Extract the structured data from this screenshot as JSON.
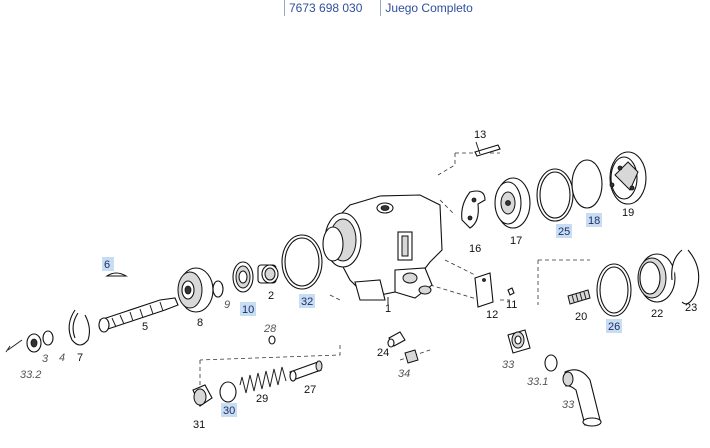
{
  "header": {
    "part_number": "7673 698 030",
    "description": "Juego Completo"
  },
  "callouts": {
    "c1": "1",
    "c2": "2",
    "c3": "3",
    "c4": "4",
    "c5": "5",
    "c6": "6",
    "c7": "7",
    "c8": "8",
    "c9": "9",
    "c10": "10",
    "c11": "11",
    "c12": "12",
    "c13": "13",
    "c16": "16",
    "c17": "17",
    "c18": "18",
    "c19": "19",
    "c20": "20",
    "c22": "22",
    "c23": "23",
    "c24": "24",
    "c25": "25",
    "c26": "26",
    "c27": "27",
    "c28": "28",
    "c29": "29",
    "c30": "30",
    "c31": "31",
    "c32": "32",
    "c33a": "33",
    "c33b": "33",
    "c331": "33.1",
    "c332": "33.2",
    "c34": "34"
  },
  "highlighted_callouts": [
    "6",
    "10",
    "18",
    "25",
    "26",
    "30",
    "32"
  ],
  "colors": {
    "header_text": "#2e4f9e",
    "highlight": "#c9ddf2"
  }
}
